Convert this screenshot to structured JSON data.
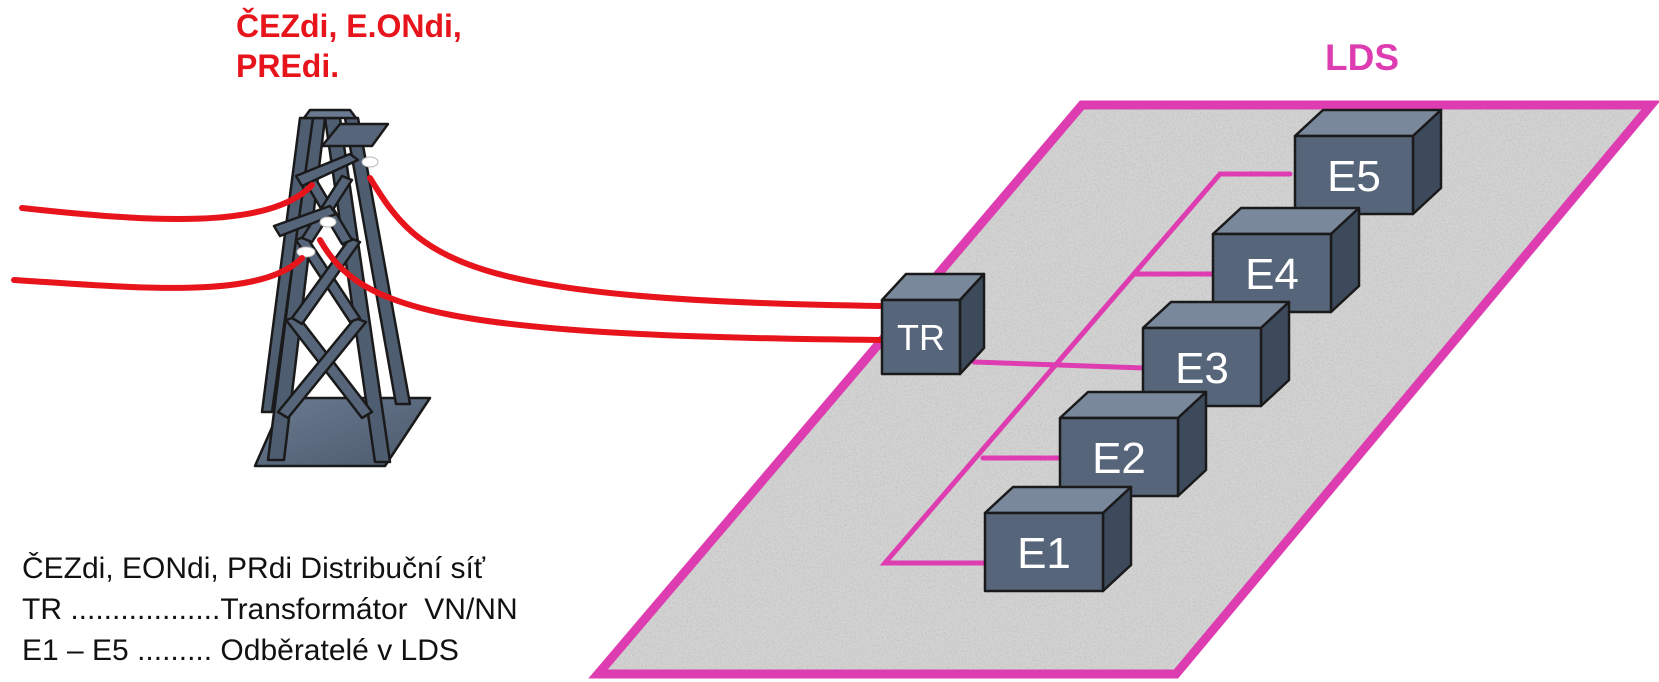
{
  "grid_operator_title": {
    "line1": "ČEZdi, E.ONdi,",
    "line2": "PREdi."
  },
  "lds_label": "LDS",
  "colors": {
    "power_line": "#e8141c",
    "lds_frame": "#dd3db0",
    "box_front": "#56657a",
    "box_top": "#7a889c",
    "box_side": "#3d4a5c",
    "ground": "#d2d2d2"
  },
  "transformer_label": "TR",
  "consumers": [
    "E1",
    "E2",
    "E3",
    "E4",
    "E5"
  ],
  "legend": [
    "ČEZdi, EONdi, PRdi Distribuční síť",
    "TR ..................Transformátor  VN/NN",
    "E1 – E5 ......... Odběratelé v LDS"
  ],
  "icons": {
    "tower": "pylon-tower-icon"
  }
}
